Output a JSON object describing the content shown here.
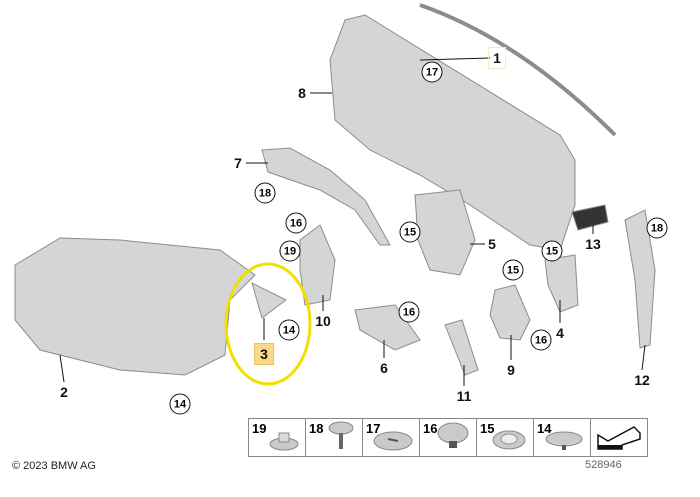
{
  "labels": {
    "l1": "1",
    "l2": "2",
    "l3": "3",
    "l4": "4",
    "l5": "5",
    "l6": "6",
    "l7": "7",
    "l8": "8",
    "l9": "9",
    "l10": "10",
    "l11": "11",
    "l12": "12",
    "l13": "13"
  },
  "callouts": {
    "c17": "17",
    "c18a": "18",
    "c16a": "16",
    "c19": "19",
    "c15a": "15",
    "c15b": "15",
    "c18b": "18",
    "c15c": "15",
    "c16b": "16",
    "c14a": "14",
    "c16c": "16",
    "c14b": "14"
  },
  "parts_table": [
    "19",
    "18",
    "17",
    "16",
    "15",
    "14"
  ],
  "copyright": "© 2023 BMW AG",
  "diagram_number": "528946",
  "highlight_color": "#f0e000"
}
